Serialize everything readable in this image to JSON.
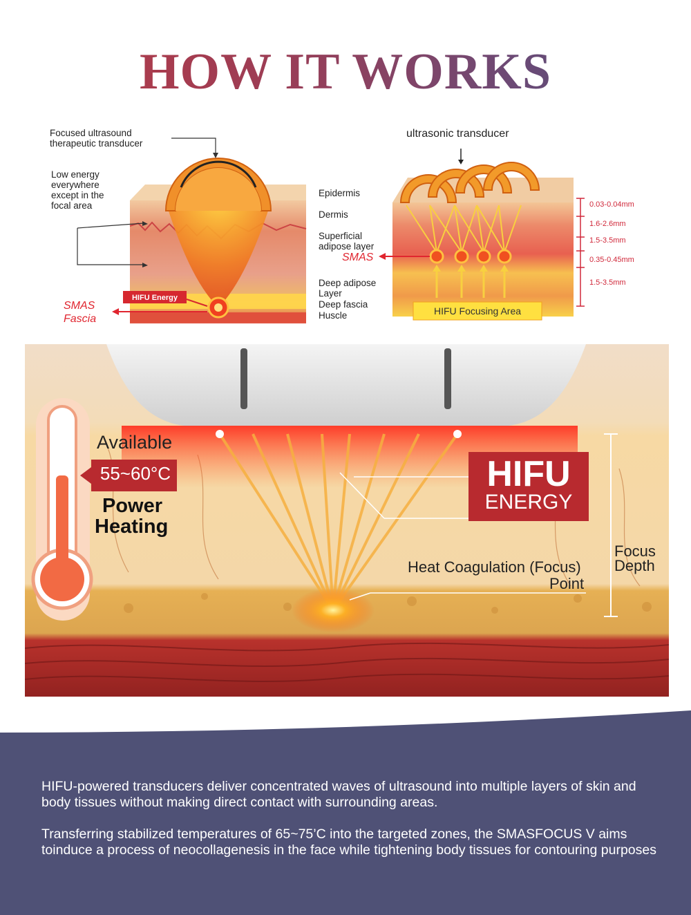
{
  "page": {
    "title": "HOW IT WORKS"
  },
  "left_diagram": {
    "transducer_label": "Focused ultrasound therapeutic transducer",
    "low_energy_label": "Low energy everywhere except in the focal area",
    "hifu_tag": "HIFU Energy",
    "smas_label": "SMAS",
    "fascia_label": "Fascia"
  },
  "layers": [
    "Epidermis",
    "Dermis",
    "Superficial adipose layer",
    "Deep adipose Layer",
    "Deep fascia",
    "Huscle"
  ],
  "right_diagram": {
    "transducer_label": "ultrasonic transducer",
    "smas_label": "SMAS",
    "focusing_area": "HIFU Focusing Area",
    "depths": [
      "0.03-0.04mm",
      "1.6-2.6mm",
      "1.5-3.5mm",
      "0.35-0.45mm",
      "1.5-3.5mm"
    ]
  },
  "main": {
    "available": "Available",
    "temperature": "55~60°C",
    "power": "Power",
    "heating": "Heating",
    "hifu": "HIFU",
    "energy": "ENERGY",
    "heat_coag": "Heat Coagulation (Focus)",
    "point": "Point",
    "focus": "Focus",
    "depth": "Depth"
  },
  "description": {
    "p1": "HIFU-powered transducers deliver concentrated waves of ultrasound into multiple layers of skin and body tissues without making direct contact with surrounding areas.",
    "p2": "Transferring stabilized temperatures of 65~75’C into the targeted zones, the SMASFOCUS V aims toinduce a process of neocollagenesis in the face while tightening body tissues for contouring purposes"
  },
  "colors": {
    "accent_red": "#c1242f",
    "bottom_bg": "#4f5176",
    "title_start": "#b83b46",
    "title_end": "#4e4f78"
  }
}
